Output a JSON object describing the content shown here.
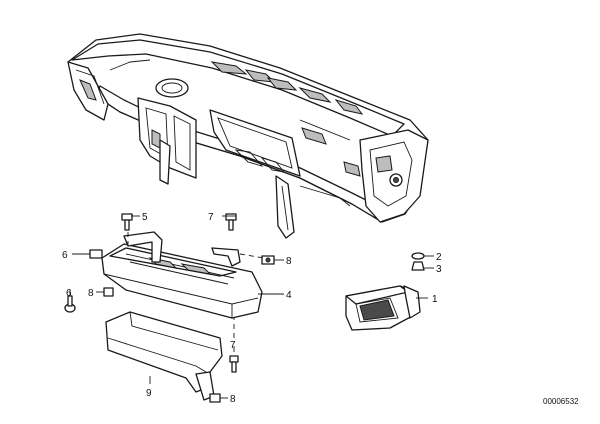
{
  "callouts": {
    "c1": "1",
    "c2": "2",
    "c3": "3",
    "c4": "4",
    "c5": "5",
    "c6a": "6",
    "c6b": "6",
    "c7a": "7",
    "c7b": "7",
    "c8a": "8",
    "c8b": "8",
    "c8c": "8",
    "c9": "9"
  },
  "drawing_number": "00006532"
}
